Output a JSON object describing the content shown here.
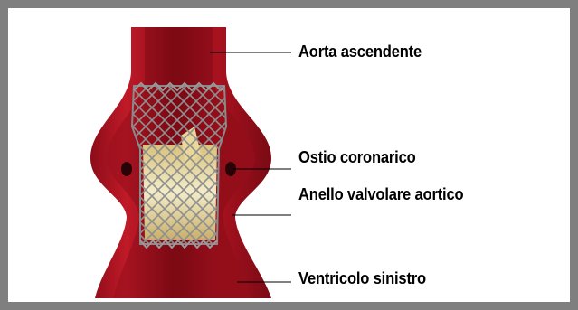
{
  "labels": {
    "aorta": "Aorta ascendente",
    "ostio": "Ostio coronarico",
    "anello": "Anello valvolare aortico",
    "ventricolo": "Ventricolo sinistro"
  },
  "colors": {
    "frame": "#7f7f7f",
    "vessel_dark": "#7a0a14",
    "vessel_mid": "#b3121f",
    "vessel_light": "#d63a48",
    "stent": "#9a9a9a",
    "leaflet": "#e8dca8"
  }
}
